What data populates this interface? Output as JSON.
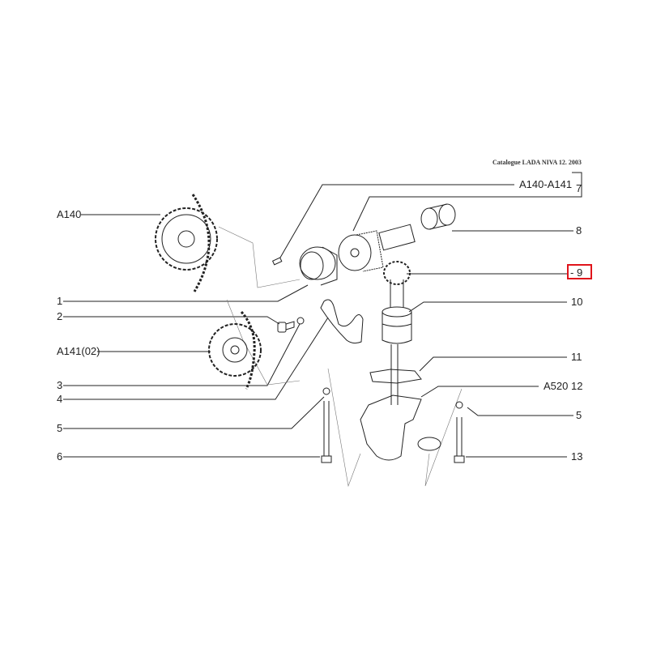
{
  "header": {
    "catalogue": "Catalogue LADA NIVA 12. 2003"
  },
  "labels": {
    "a140": "A140",
    "a140_a141": "A140-A141",
    "n7": "7",
    "n8": "8",
    "n9": "- 9",
    "n10": "10",
    "n11": "11",
    "a520": "A520",
    "n12": "12",
    "n5_right": "5",
    "n13": "13",
    "n1": "1",
    "n2": "2",
    "a141_02": "A141(02)",
    "n3": "3",
    "n4": "4",
    "n5_left": "5",
    "n6": "6"
  },
  "highlight": {
    "item": "9",
    "color": "#e0141b"
  }
}
